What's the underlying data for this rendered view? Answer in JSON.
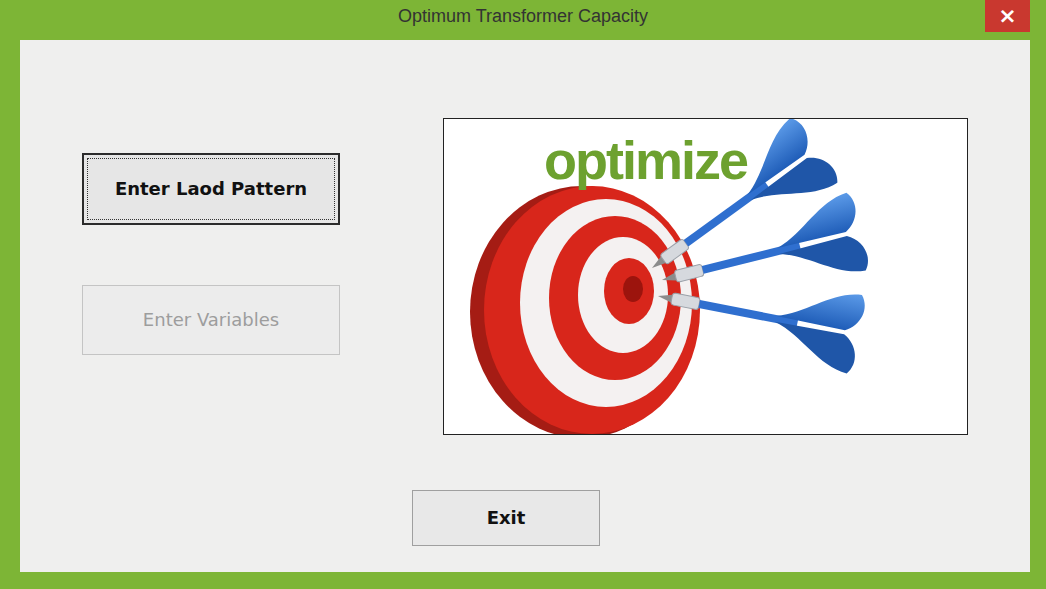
{
  "diagram": {
    "title": "Optimum Transformer Capacity",
    "nodes": [
      {
        "text": [
          "×"
        ]
      },
      {
        "text": [
          "Enter Laod Pattern"
        ]
      },
      {
        "text": [
          "optimize"
        ]
      },
      {
        "text": [
          "Enter Variables"
        ]
      },
      {
        "text": [
          "Exit"
        ]
      }
    ]
  }
}
